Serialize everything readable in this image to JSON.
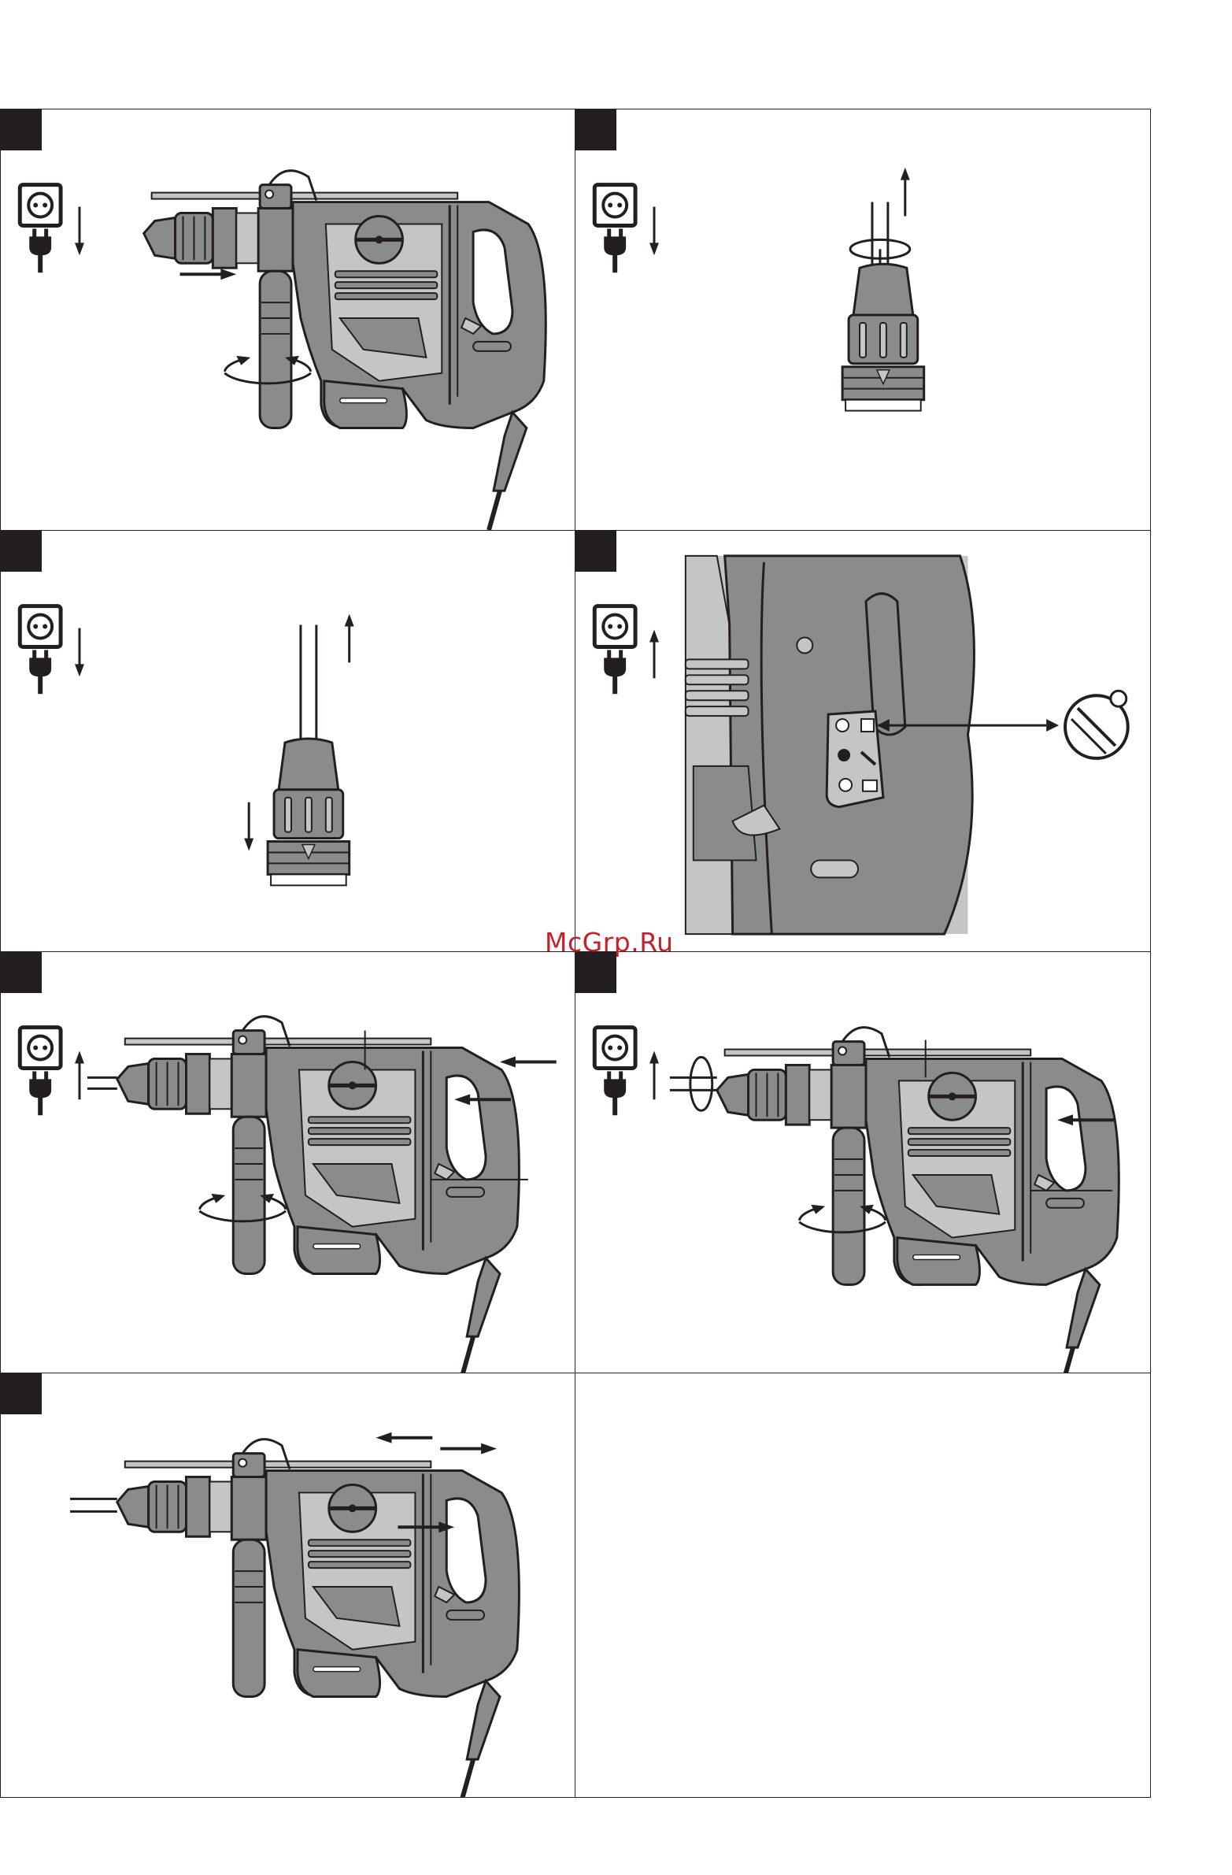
{
  "page": {
    "watermark": "McGrp.Ru"
  },
  "figures": [
    {
      "id": 1,
      "step": "plug-out"
    },
    {
      "id": 2,
      "step": "plug-out"
    },
    {
      "id": 3,
      "step": "plug-out"
    },
    {
      "id": 4,
      "step": "plug-in"
    },
    {
      "id": 5,
      "step": "plug-in"
    },
    {
      "id": 6,
      "step": "plug-in"
    },
    {
      "id": 7,
      "step": "none"
    },
    {
      "id": 8,
      "step": "empty"
    }
  ],
  "colors": {
    "tool_dark": "#8a8b8d",
    "tool_light": "#c4c5c7",
    "line": "#231f20",
    "watermark": "#c8202a"
  }
}
